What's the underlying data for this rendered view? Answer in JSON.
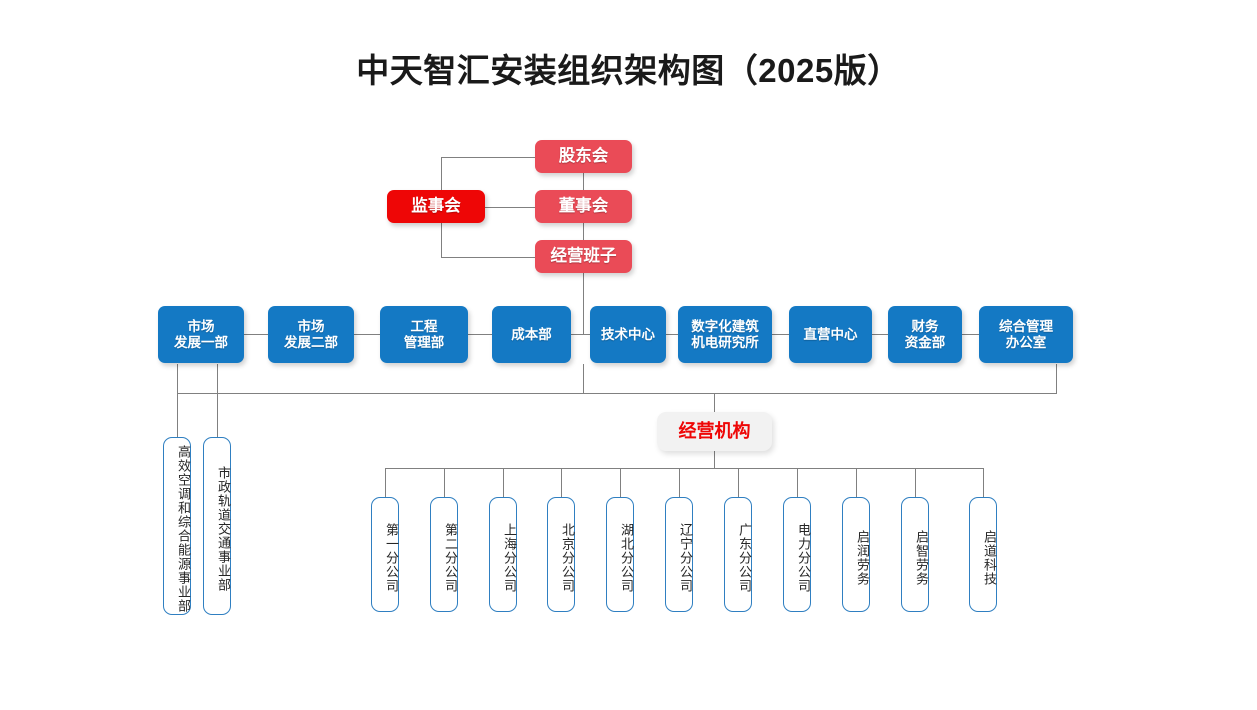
{
  "title": "中天智汇安装组织架构图（2025版）",
  "colors": {
    "red_soft": "#ea4b57",
    "red_bright": "#ee0606",
    "blue": "#1479c4",
    "pale": "#f2f2f2",
    "outline_blue": "#2f7fc1",
    "connector": "#808080",
    "title_text": "#1a1a1a"
  },
  "governance": {
    "shareholders": "股东会",
    "board": "董事会",
    "management": "经营班子",
    "supervisors": "监事会"
  },
  "departments": [
    {
      "label": "市场\n发展一部",
      "line1": "市场",
      "line2": "发展一部"
    },
    {
      "label": "市场\n发展二部",
      "line1": "市场",
      "line2": "发展二部"
    },
    {
      "label": "工程\n管理部",
      "line1": "工程",
      "line2": "管理部"
    },
    {
      "label": "成本部",
      "line1": "成本部",
      "line2": ""
    },
    {
      "label": "技术中心",
      "line1": "技术中心",
      "line2": ""
    },
    {
      "label": "数字化建筑\n机电研究所",
      "line1": "数字化建筑",
      "line2": "机电研究所"
    },
    {
      "label": "直营中心",
      "line1": "直营中心",
      "line2": ""
    },
    {
      "label": "财务\n资金部",
      "line1": "财务",
      "line2": "资金部"
    },
    {
      "label": "综合管理\n办公室",
      "line1": "综合管理",
      "line2": "办公室"
    }
  ],
  "business_units": [
    {
      "label": "高效空调和综合能源事业部"
    },
    {
      "label": "市政轨道交通事业部"
    }
  ],
  "operating_group": {
    "label": "经营机构"
  },
  "branches": [
    {
      "label": "第一分公司"
    },
    {
      "label": "第二分公司"
    },
    {
      "label": "上海分公司"
    },
    {
      "label": "北京分公司"
    },
    {
      "label": "湖北分公司"
    },
    {
      "label": "辽宁分公司"
    },
    {
      "label": "广东分公司"
    },
    {
      "label": "电力分公司"
    },
    {
      "label": "启润劳务"
    },
    {
      "label": "启智劳务"
    },
    {
      "label": "启道科技"
    }
  ]
}
